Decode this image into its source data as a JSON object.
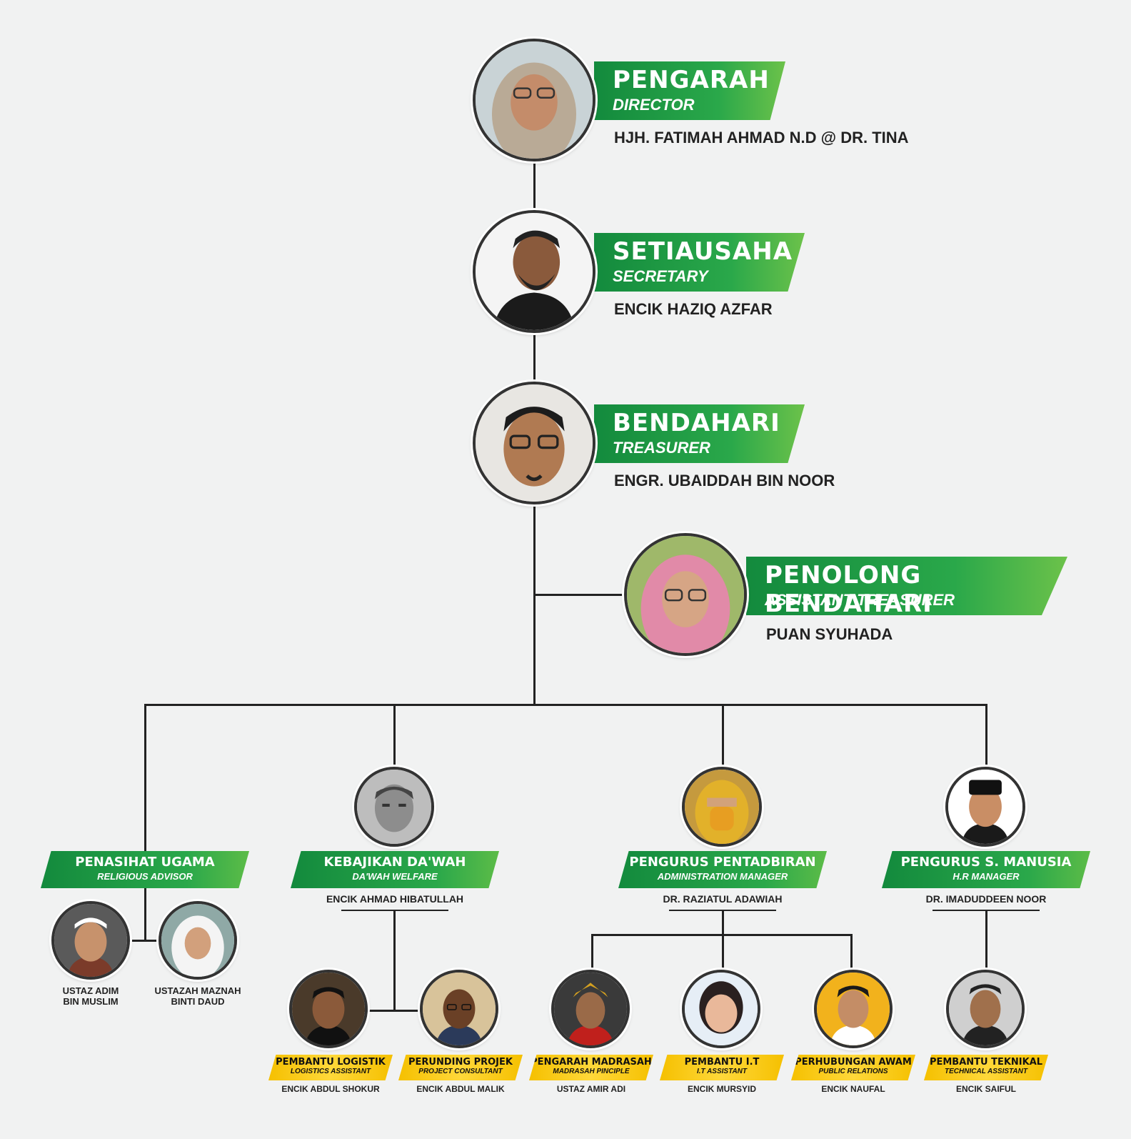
{
  "top": [
    {
      "title": "PENGARAH",
      "subtitle": "DIRECTOR",
      "name": "HJH. FATIMAH AHMAD N.D @ DR. TINA",
      "icon": "woman-hijab-portrait"
    },
    {
      "title": "SETIAUSAHA",
      "subtitle": "SECRETARY",
      "name": "ENCIK HAZIQ AZFAR",
      "icon": "man-portrait"
    },
    {
      "title": "BENDAHARI",
      "subtitle": "TREASURER",
      "name": "ENGR. UBAIDDAH BIN NOOR",
      "icon": "man-glasses-portrait"
    },
    {
      "title": "PENOLONG BENDAHARI",
      "subtitle": "ASSISTANT TREASURER",
      "name": "PUAN SYUHADA",
      "icon": "woman-hijab-glasses-portrait"
    }
  ],
  "departments": [
    {
      "title": "PENASIHAT UGAMA",
      "subtitle": "RELIGIOUS ADVISOR",
      "name": ""
    },
    {
      "title": "KEBAJIKAN DA'WAH",
      "subtitle": "DA'WAH WELFARE",
      "name": "ENCIK AHMAD HIBATULLAH"
    },
    {
      "title": "PENGURUS PENTADBIRAN",
      "subtitle": "ADMINISTRATION MANAGER",
      "name": "DR. RAZIATUL ADAWIAH"
    },
    {
      "title": "PENGURUS S. MANUSIA",
      "subtitle": "H.R MANAGER",
      "name": "DR. IMADUDDEEN NOOR"
    }
  ],
  "advisors": [
    {
      "line1": "USTAZ ADIM",
      "line2": "BIN MUSLIM"
    },
    {
      "line1": "USTAZAH MAZNAH",
      "line2": "BINTI DAUD"
    }
  ],
  "staff": [
    {
      "title": "PEMBANTU LOGISTIK",
      "subtitle": "LOGISTICS ASSISTANT",
      "name": "ENCIK ABDUL SHOKUR"
    },
    {
      "title": "PERUNDING PROJEK",
      "subtitle": "PROJECT CONSULTANT",
      "name": "ENCIK ABDUL MALIK"
    },
    {
      "title": "PENGARAH MADRASAH",
      "subtitle": "MADRASAH PINCIPLE",
      "name": "USTAZ AMIR ADI"
    },
    {
      "title": "PEMBANTU I.T",
      "subtitle": "I.T ASSISTANT",
      "name": "ENCIK MURSYID"
    },
    {
      "title": "PERHUBUNGAN AWAM",
      "subtitle": "PUBLIC RELATIONS",
      "name": "ENCIK NAUFAL"
    },
    {
      "title": "PEMBANTU TEKNIKAL",
      "subtitle": "TECHNICAL ASSISTANT",
      "name": "ENCIK SAIFUL"
    }
  ],
  "colors": {
    "banner_green": "#2aa84a",
    "banner_yellow": "#ffd83a",
    "line": "#222222",
    "background": "#f1f2f2"
  }
}
